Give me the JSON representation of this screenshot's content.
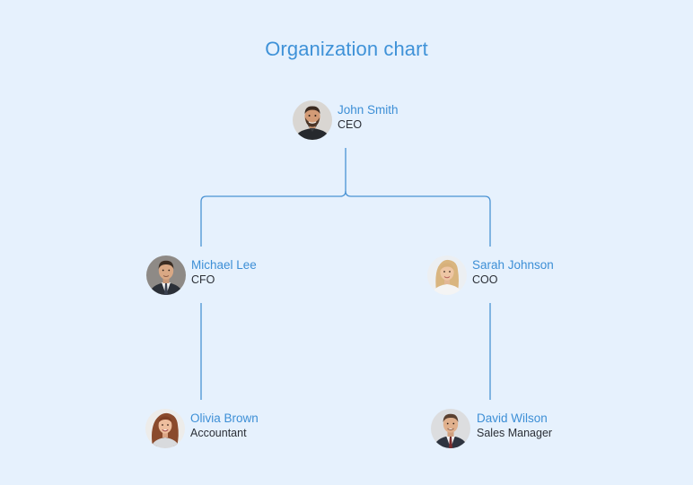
{
  "chart": {
    "title": "Organization chart"
  },
  "colors": {
    "background": "#E6F1FD",
    "accent": "#3F92D8",
    "connector": "#4A93D4",
    "role_text": "#2B2F36"
  },
  "people": {
    "ceo": {
      "name": "John Smith",
      "role": "CEO",
      "photo": "avatar-photo-bearded-man"
    },
    "cfo": {
      "name": "Michael Lee",
      "role": "CFO",
      "photo": "avatar-photo-man-in-suit"
    },
    "coo": {
      "name": "Sarah Johnson",
      "role": "COO",
      "photo": "avatar-photo-blonde-woman"
    },
    "accountant": {
      "name": "Olivia Brown",
      "role": "Accountant",
      "photo": "avatar-photo-woman-curly-hair"
    },
    "sales_manager": {
      "name": "David Wilson",
      "role": "Sales Manager",
      "photo": "avatar-photo-man-in-suit"
    }
  },
  "hierarchy": [
    {
      "from": "ceo",
      "to": "cfo"
    },
    {
      "from": "ceo",
      "to": "coo"
    },
    {
      "from": "cfo",
      "to": "accountant"
    },
    {
      "from": "coo",
      "to": "sales_manager"
    }
  ]
}
